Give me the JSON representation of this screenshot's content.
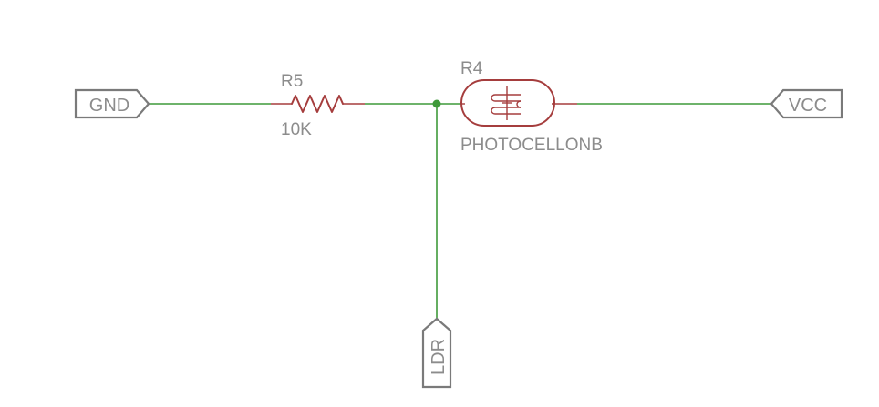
{
  "schematic": {
    "ports": {
      "gnd": "GND",
      "vcc": "VCC",
      "ldr": "LDR"
    },
    "r5": {
      "designator": "R5",
      "value": "10K"
    },
    "r4": {
      "designator": "R4",
      "value": "PHOTOCELLONB"
    },
    "colors": {
      "wire": "#3f9a3a",
      "component": "#a53d3d",
      "port": "#7a7a7a",
      "text": "#8c8c8c",
      "junction": "#3f9a3a"
    }
  }
}
